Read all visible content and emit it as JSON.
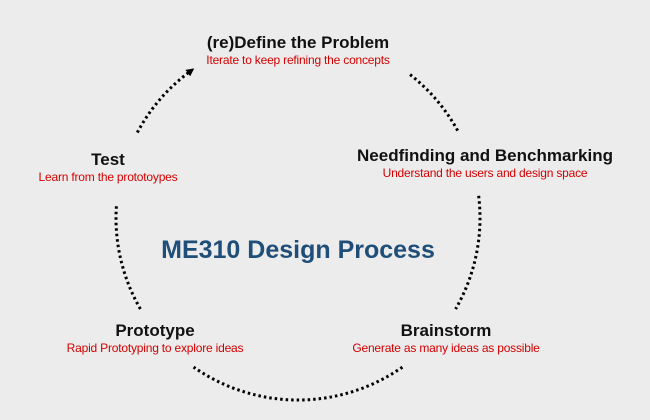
{
  "title": "ME310 Design Process",
  "colors": {
    "title": "#1f4e79",
    "subtitle": "#d40000",
    "arc": "#000000",
    "background": "#ececec"
  },
  "steps": [
    {
      "title": "(re)Define the Problem",
      "subtitle": "Iterate to keep refining the concepts"
    },
    {
      "title": "Needfinding and Benchmarking",
      "subtitle": "Understand the users and design space"
    },
    {
      "title": "Brainstorm",
      "subtitle": "Generate as many ideas as possible"
    },
    {
      "title": "Prototype",
      "subtitle": "Rapid Prototyping to explore ideas"
    },
    {
      "title": "Test",
      "subtitle": "Learn from the prototoypes"
    }
  ]
}
